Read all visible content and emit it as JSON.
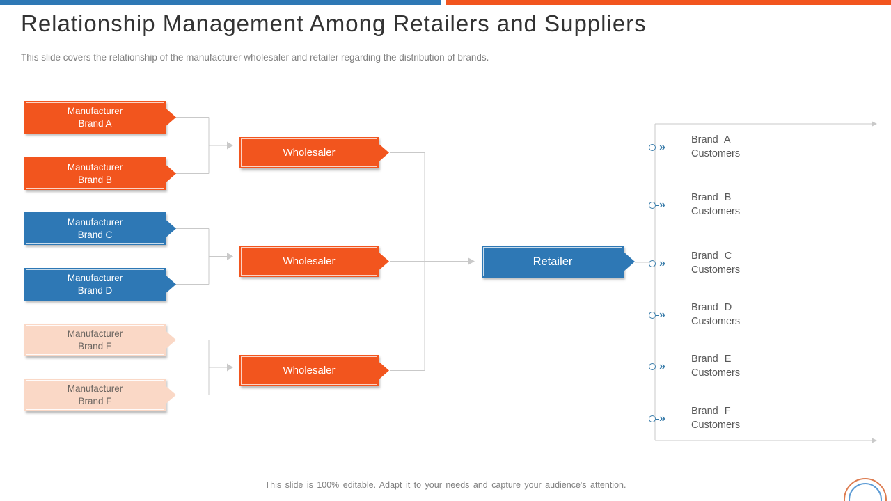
{
  "slide": {
    "title": "Relationship Management Among Retailers and Suppliers",
    "subtitle": "This slide covers the relationship of the manufacturer wholesaler and retailer regarding the distribution of brands.",
    "footer": "This slide is 100% editable. Adapt it to your needs and capture your audience's attention."
  },
  "colors": {
    "accent_blue": "#2E78B5",
    "accent_orange": "#F2551E",
    "peach": "#FAD8C6",
    "connector_gray": "#C9C9C9",
    "marker_blue": "#3579A8",
    "text_dark": "#333333",
    "text_gray": "#7F7F7F",
    "text_body": "#595959"
  },
  "diagram": {
    "manufacturers": [
      {
        "line1": "Manufacturer",
        "line2": "Brand A"
      },
      {
        "line1": "Manufacturer",
        "line2": "Brand B"
      },
      {
        "line1": "Manufacturer",
        "line2": "Brand C"
      },
      {
        "line1": "Manufacturer",
        "line2": "Brand D"
      },
      {
        "line1": "Manufacturer",
        "line2": "Brand E"
      },
      {
        "line1": "Manufacturer",
        "line2": "Brand F"
      }
    ],
    "wholesalers": [
      {
        "label": "Wholesaler"
      },
      {
        "label": "Wholesaler"
      },
      {
        "label": "Wholesaler"
      }
    ],
    "retailer": {
      "label": "Retailer"
    },
    "customers": [
      {
        "line1": "Brand A",
        "line2": "Customers"
      },
      {
        "line1": "Brand B",
        "line2": "Customers"
      },
      {
        "line1": "Brand C",
        "line2": "Customers"
      },
      {
        "line1": "Brand D",
        "line2": "Customers"
      },
      {
        "line1": "Brand E",
        "line2": "Customers"
      },
      {
        "line1": "Brand F",
        "line2": "Customers"
      }
    ],
    "marker_glyph": "»"
  }
}
